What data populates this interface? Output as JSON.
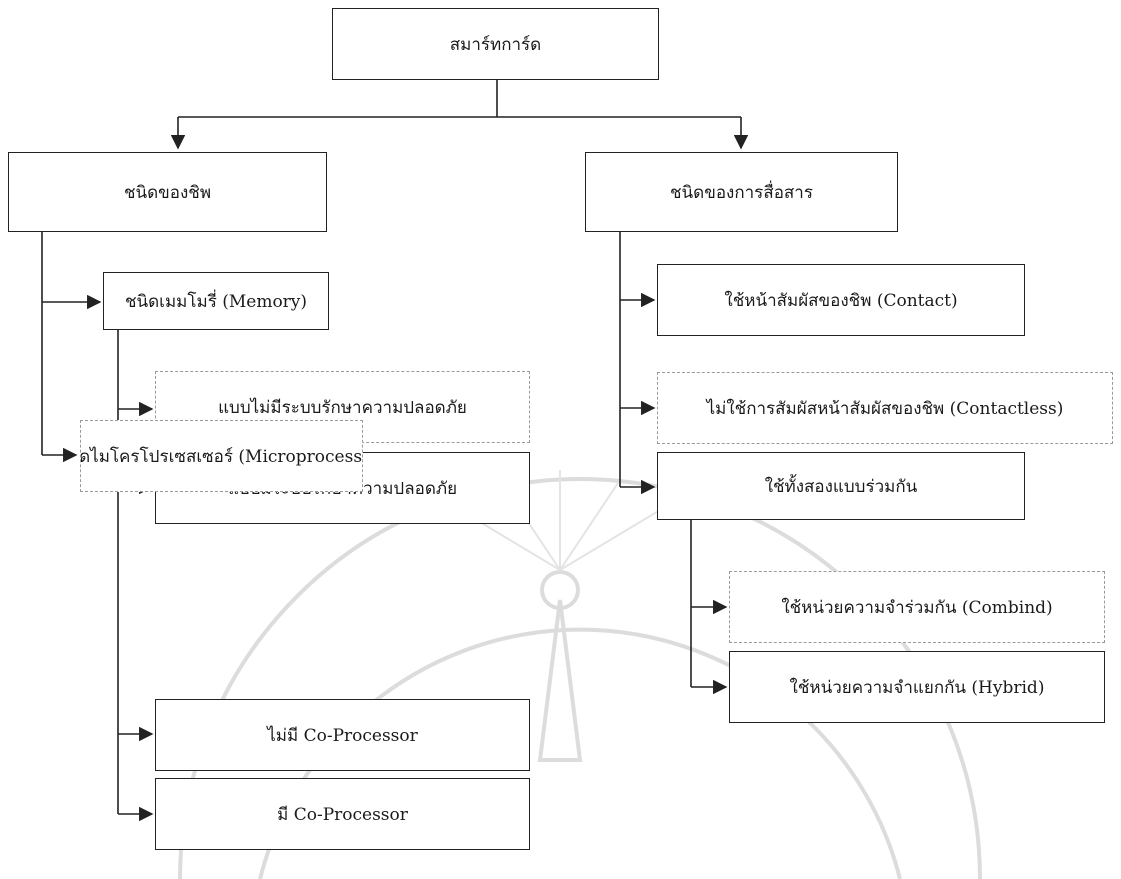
{
  "colors": {
    "line": "#222222",
    "box_border": "#222222",
    "dim_border": "#9a9a9a",
    "watermark": "#dcdcdc"
  },
  "diagram": {
    "root": {
      "label": "สมาร์ทการ์ด"
    },
    "chip_type": {
      "label": "ชนิดของชิพ",
      "memory": {
        "label": "ชนิดเมมโมรี่ (Memory)",
        "no_security": "แบบไม่มีระบบรักษาความปลอดภัย",
        "with_security": "แบบมีระบบรักษาความปลอดภัย"
      },
      "microprocessor": {
        "label": "ชนิดไมโครโปรเซสเซอร์ (Microprocessor)",
        "no_coprocessor": "ไม่มี Co-Processor",
        "with_coprocessor": "มี Co-Processor"
      }
    },
    "communication_type": {
      "label": "ชนิดของการสื่อสาร",
      "contact": "ใช้หน้าสัมผัสของชิพ (Contact)",
      "contactless": "ไม่ใช้การสัมผัสหน้าสัมผัสของชิพ (Contactless)",
      "both": {
        "label": "ใช้ทั้งสองแบบร่วมกัน",
        "combined": "ใช้หน่วยความจำร่วมกัน (Combind)",
        "hybrid": "ใช้หน่วยความจำแยกกัน (Hybrid)"
      }
    }
  }
}
